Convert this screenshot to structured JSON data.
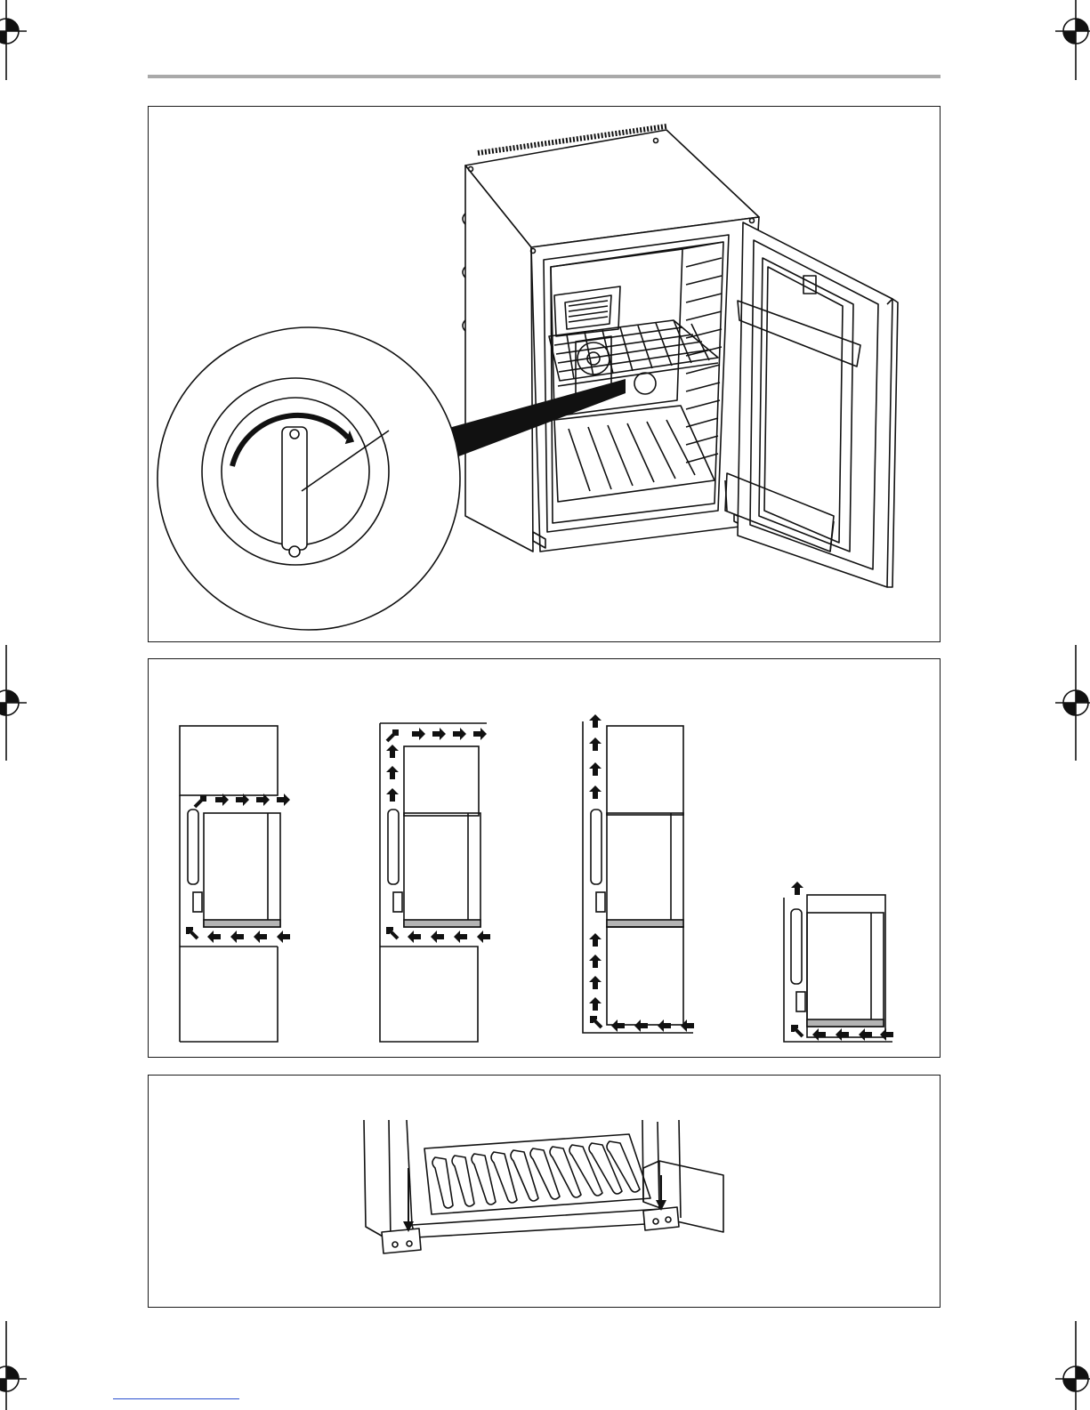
{
  "page": {
    "figures": [
      {
        "name": "thermostat-detail"
      },
      {
        "name": "ventilation-variants",
        "variants": 4
      },
      {
        "name": "foot-mounting"
      }
    ]
  },
  "colors": {
    "ink": "#1a1a1a",
    "rule": "#a9a9a9",
    "shelf": "#b4b4b4",
    "link": "#2a4fcf"
  }
}
